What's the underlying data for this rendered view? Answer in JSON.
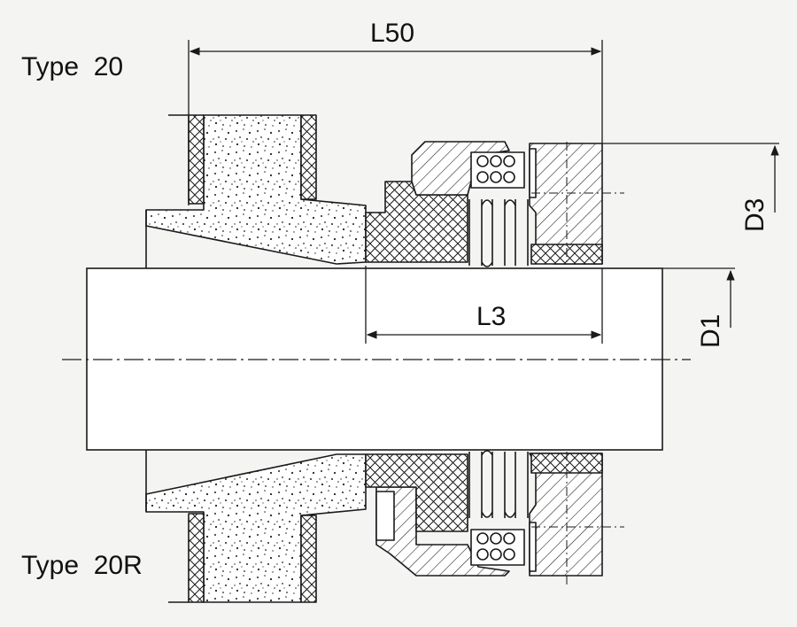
{
  "labels": {
    "type_top": "Type  20",
    "type_bottom": "Type  20R",
    "dim_l50": "L50",
    "dim_l3": "L3",
    "dim_d3": "D3",
    "dim_d1": "D1"
  },
  "colors": {
    "line": "#1a1a1a",
    "background": "#f4f4f2",
    "fill": "#ffffff"
  }
}
